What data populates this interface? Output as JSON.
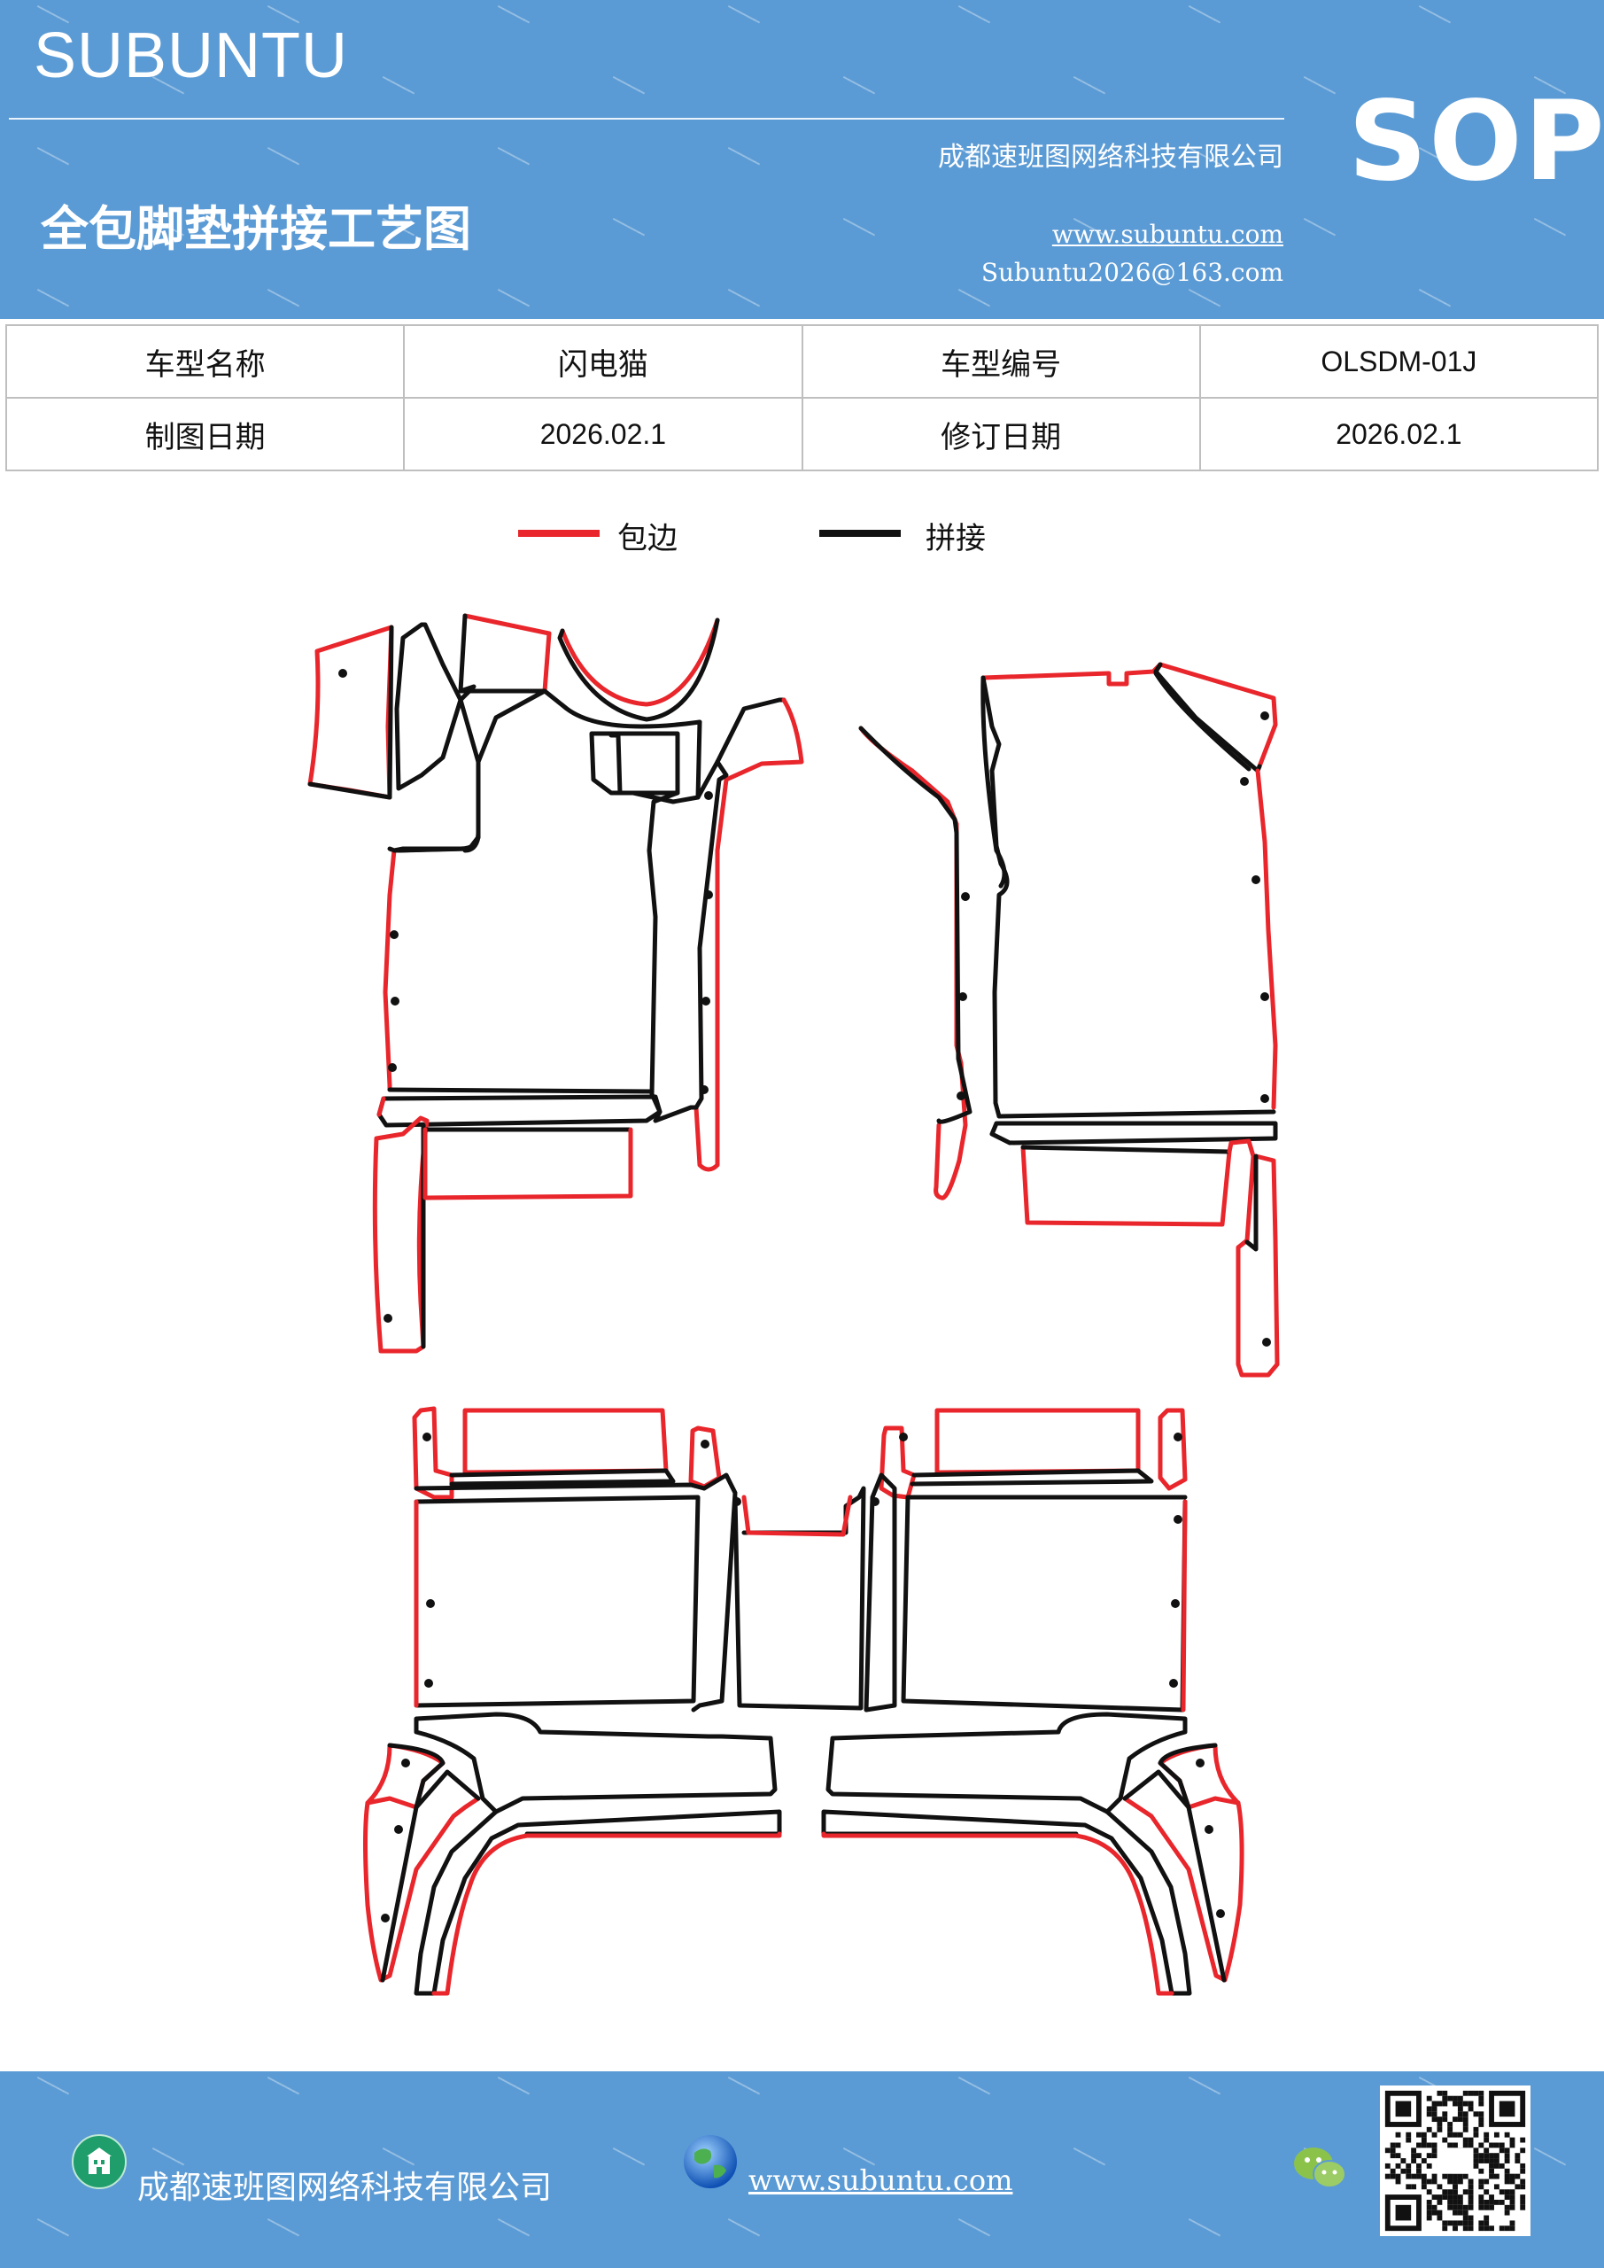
{
  "header": {
    "brand": "SUBUNTU",
    "sop": "SOP",
    "company": "成都速班图网络科技有限公司",
    "title": "全包脚垫拼接工艺图",
    "website": "www.subuntu.com",
    "email": "Subuntu2026@163.com"
  },
  "info_table": {
    "rows": [
      [
        "车型名称",
        "闪电猫",
        "车型编号",
        "OLSDM-01J"
      ],
      [
        "制图日期",
        "2026.02.1",
        "修订日期",
        "2026.02.1"
      ]
    ]
  },
  "legend": {
    "items": [
      {
        "label": "包边",
        "color": "#e8262b"
      },
      {
        "label": "拼接",
        "color": "#111111"
      }
    ]
  },
  "footer": {
    "company": "成都速班图网络科技有限公司",
    "website": "www.subuntu.com",
    "building_icon": "building-icon",
    "globe_icon": "globe-icon",
    "wechat_icon": "wechat-icon"
  },
  "colors": {
    "brand_blue": "#5b9bd5",
    "edge_red": "#e8262b",
    "seam_black": "#111111"
  }
}
